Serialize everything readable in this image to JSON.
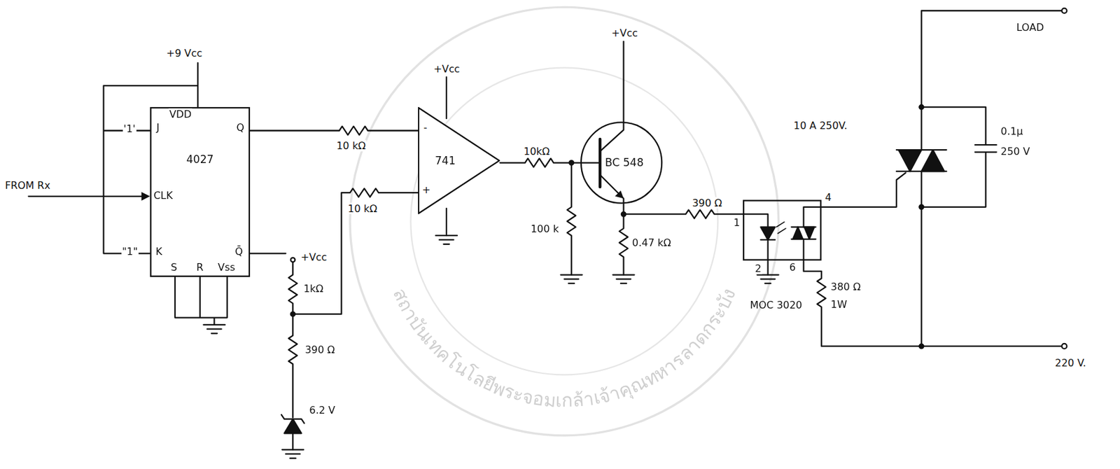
{
  "diagram": {
    "nodes": [
      {
        "text": [
          "4027"
        ]
      },
      {
        "text": [
          "741"
        ]
      },
      {
        "text": [
          "BC 548"
        ]
      },
      {
        "text": [
          "MOC 3020"
        ]
      }
    ],
    "labels": [
      "+9 Vcc",
      "VDD",
      "'1'",
      "J",
      "CLK",
      "\"1\"",
      "K",
      "S",
      "R",
      "Vss",
      "Q",
      "Q̄",
      "FROM Rx",
      "10 kΩ",
      "10 kΩ",
      "+Vcc",
      "-",
      "+",
      "10kΩ",
      "100 k",
      "+Vcc",
      "390 Ω",
      "0.47 kΩ",
      "1",
      "2",
      "6",
      "4",
      "380 Ω",
      "1W",
      "10 A 250V.",
      "0.1μ",
      "250 V",
      "LOAD",
      "220 V.",
      "+Vcc",
      "1kΩ",
      "390 Ω",
      "6.2 V",
      "สถาบันเทคโนโลยีพระจอมเกล้าเจ้าคุณทหารลาดกระบัง"
    ]
  }
}
